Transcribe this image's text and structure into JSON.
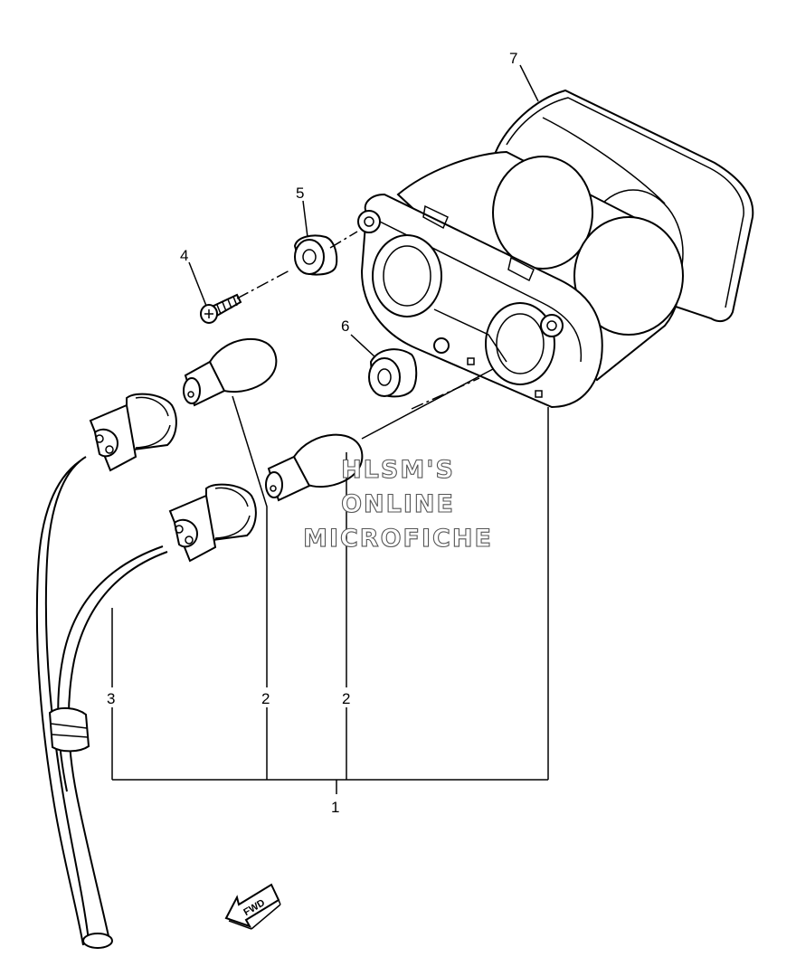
{
  "callouts": {
    "c1": "1",
    "c2a": "2",
    "c2b": "2",
    "c3": "3",
    "c4": "4",
    "c5": "5",
    "c6": "6",
    "c7": "7"
  },
  "watermark": {
    "line1": "HLSM'S",
    "line2": "ONLINE",
    "line3": "MICROFICHE"
  },
  "direction_label": "FWD"
}
